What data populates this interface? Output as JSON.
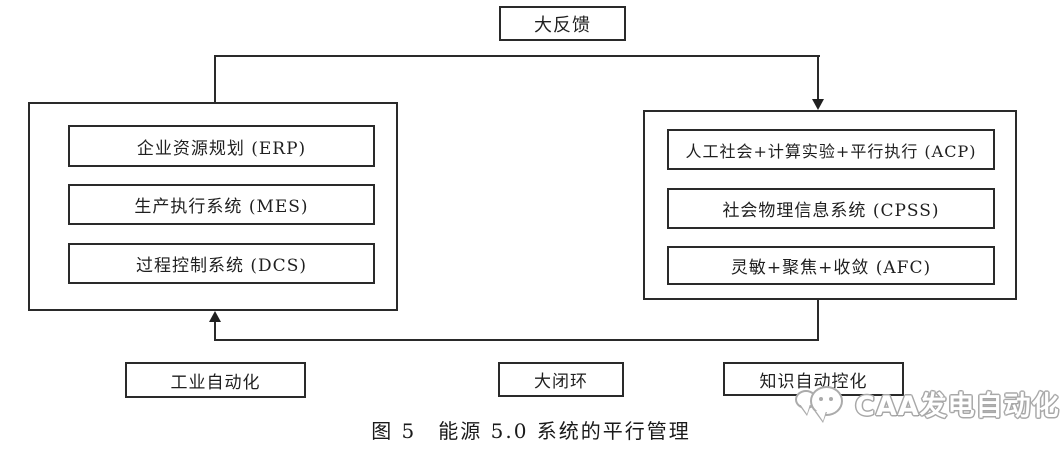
{
  "figure": {
    "feedback_label": "大反馈",
    "left_panel": {
      "items": [
        {
          "label": "企业资源规划 (ERP)"
        },
        {
          "label": "生产执行系统 (MES)"
        },
        {
          "label": "过程控制系统 (DCS)"
        }
      ]
    },
    "right_panel": {
      "items": [
        {
          "label": "人工社会+计算实验+平行执行 (ACP)"
        },
        {
          "label": "社会物理信息系统 (CPSS)"
        },
        {
          "label": "灵敏+聚焦+收敛 (AFC)"
        }
      ]
    },
    "bottom_labels": [
      {
        "label": "工业自动化"
      },
      {
        "label": "大闭环"
      },
      {
        "label": "知识自动控化"
      }
    ],
    "caption": "图 5　能源 5.0 系统的平行管理",
    "colors": {
      "line": "#2a2a2a",
      "background": "#ffffff"
    }
  },
  "watermark": {
    "text": "CAA发电自动化"
  }
}
